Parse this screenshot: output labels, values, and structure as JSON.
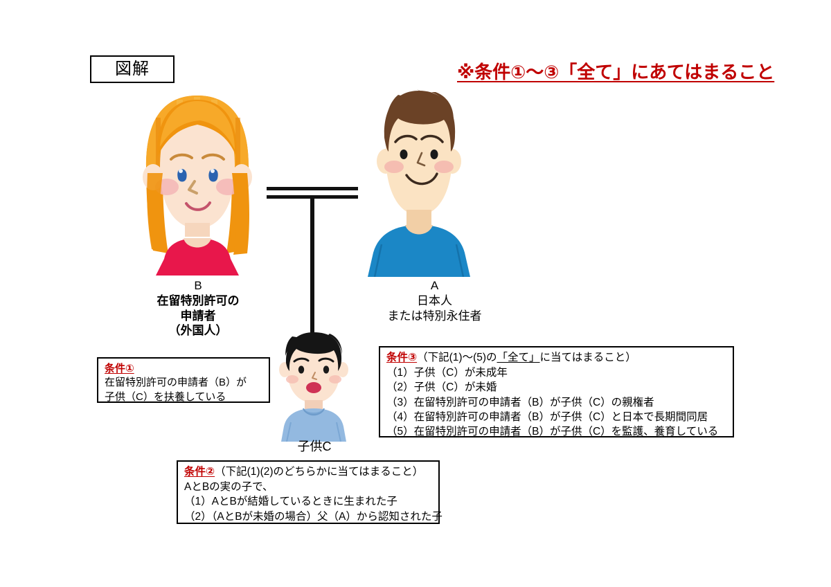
{
  "title_box": {
    "label": "図解"
  },
  "red_heading": {
    "text": "※条件①～③「全て」にあてはまること",
    "color": "#c00000"
  },
  "people": {
    "b": {
      "label_id": "B",
      "line1": "在留特別許可の",
      "line2": "申請者",
      "line3": "（外国人）",
      "hair_color": "#f39c12",
      "shirt_color": "#e8174b",
      "skin_color": "#fbe3d0",
      "eye_color": "#2a63b0",
      "cheek_color": "#f3b6b6"
    },
    "a": {
      "label_id": "A",
      "line1": "日本人",
      "line2": "または特別永住者",
      "hair_color": "#6b4226",
      "shirt_color": "#1b87c6",
      "skin_color": "#fbe3c3",
      "cheek_color": "#f3b6ae"
    },
    "c": {
      "label": "子供C",
      "hair_color": "#151515",
      "shirt_color": "#93b9e0",
      "skin_color": "#fbe3d0",
      "mouth_color": "#cf3255"
    }
  },
  "connector": {
    "type": "marriage-double-line-with-descent"
  },
  "conditions": {
    "cond1": {
      "tag": "条件①",
      "lines": [
        "在留特別許可の申請者（B）が",
        "子供（C）を扶養している"
      ]
    },
    "cond2": {
      "tag": "条件②",
      "header_rest_pre": "（下記(1)(2)のどちらかに当てはまること）",
      "lines": [
        "AとBの実の子で、",
        "（1）AとBが結婚しているときに生まれた子",
        "（2）（AとBが未婚の場合）父（A）から認知された子"
      ]
    },
    "cond3": {
      "tag": "条件③",
      "header_pre": "（下記(1)～(5)の",
      "header_underlined": "「全て」",
      "header_post": "に当てはまること）",
      "lines": [
        "（1）子供（C）が未成年",
        "（2）子供（C）が未婚",
        "（3）在留特別許可の申請者（B）が子供（C）の親権者",
        "（4）在留特別許可の申請者（B）が子供（C）と日本で長期間同居",
        "（5）在留特別許可の申請者（B）が子供（C）を監護、養育している"
      ]
    }
  }
}
